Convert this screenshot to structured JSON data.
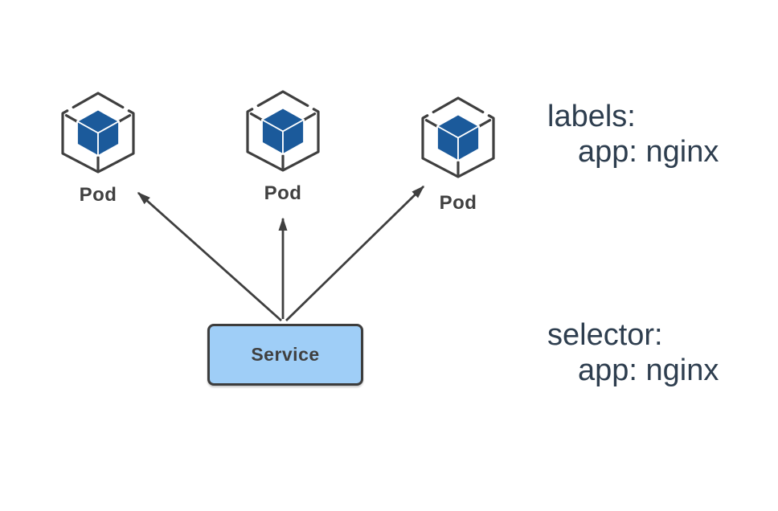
{
  "diagram": {
    "title": "kubernetes-service-selects-pods",
    "pods": [
      {
        "label": "Pod"
      },
      {
        "label": "Pod"
      },
      {
        "label": "Pod"
      }
    ],
    "service": {
      "label": "Service"
    },
    "annotations": {
      "labels_block": {
        "line1": "labels:",
        "line2": "app: nginx"
      },
      "selector_block": {
        "line1": "selector:",
        "line2": "app: nginx"
      }
    },
    "icons": {
      "pod": "cube-3d-wireframe-with-solid-blue-cube"
    },
    "colors": {
      "pod_cube_blue": "#1b5a9b",
      "outline_gray": "#3f3f3f",
      "service_fill": "#9fcef7",
      "service_border": "#3d3d3d",
      "annotation_text": "#2e3e4f",
      "label_text": "#404040"
    }
  }
}
